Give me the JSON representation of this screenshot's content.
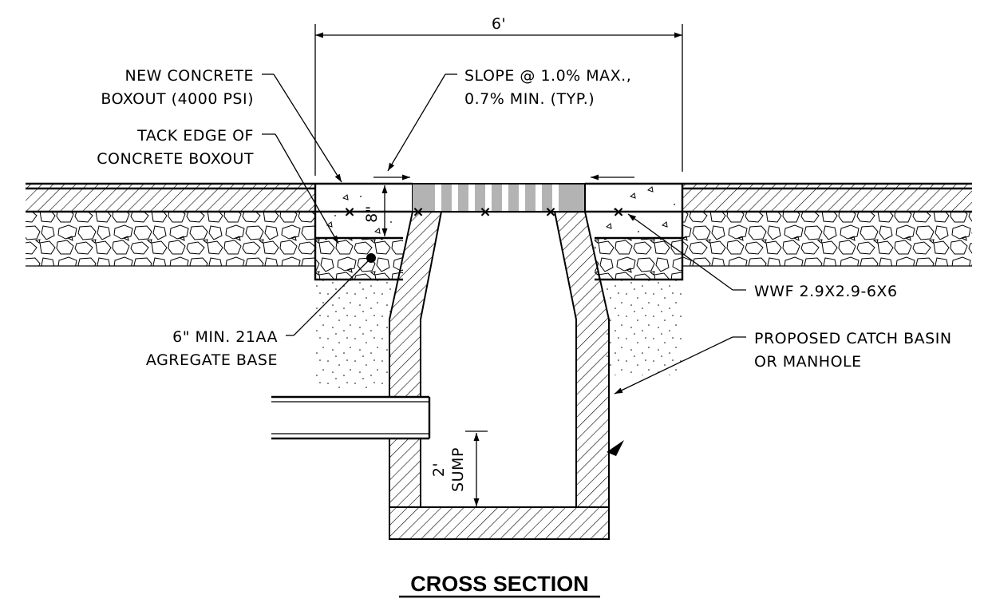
{
  "dimension": {
    "width": "6'"
  },
  "labels": {
    "boxout": [
      "NEW CONCRETE",
      "BOXOUT (4000 PSI)"
    ],
    "tack": [
      "TACK EDGE OF",
      "CONCRETE BOXOUT"
    ],
    "slope": [
      "SLOPE @ 1.0% MAX.,",
      "0.7% MIN. (TYP.)"
    ],
    "depth": "8\"",
    "wwf": "WWF 2.9X2.9-6X6",
    "aggregate": [
      "6\" MIN. 21AA",
      "AGREGATE BASE"
    ],
    "basin": [
      "PROPOSED CATCH BASIN",
      "OR MANHOLE"
    ],
    "sump_depth": "2'",
    "sump": "SUMP"
  },
  "title": "CROSS SECTION"
}
